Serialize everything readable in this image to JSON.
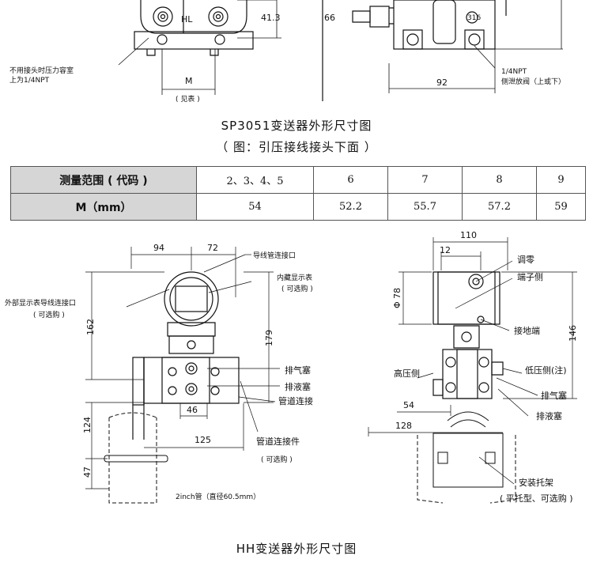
{
  "top_drawing": {
    "hl_label": "HL",
    "dim_413": "41.3",
    "dim_66": "66",
    "dim_92": "92",
    "label_316": "316",
    "note_left_line1": "不用接头时压力容室",
    "note_left_line2": "上为1/4NPT",
    "m_label": "M",
    "m_note": "( 见表 )",
    "note_right_line1": "1/4NPT",
    "note_right_line2": "侧泄放阀（上或下）"
  },
  "caption1": "SP3051变送器外形尺寸图",
  "caption2": "（ 图：引压接线接头下面 ）",
  "table": {
    "header_range": "测量范围 ( 代码 )",
    "header_m": "M（mm）",
    "codes": [
      "2、3、4、5",
      "6",
      "7",
      "8",
      "9"
    ],
    "values": [
      "54",
      "52.2",
      "55.7",
      "57.2",
      "59"
    ]
  },
  "left_drawing": {
    "dim_94": "94",
    "dim_72": "72",
    "dim_162": "162",
    "dim_179": "179",
    "dim_46": "46",
    "dim_124": "124",
    "dim_125": "125",
    "dim_47": "47",
    "lbl_conduit": "导线管连接口",
    "lbl_builtin": "内藏显示表",
    "lbl_builtin_opt": "( 可选购 )",
    "lbl_external": "外部显示表导线连接口",
    "lbl_external_opt": "( 可选购 )",
    "lbl_vent": "排气塞",
    "lbl_drain": "排液塞",
    "lbl_pipe": "管道连接",
    "lbl_pipe_fitting": "管道连接件",
    "lbl_pipe_fitting_opt": "( 可选购 )",
    "lbl_2inch": "2inch管（直径60.5mm）"
  },
  "right_drawing": {
    "dim_110": "110",
    "dim_12": "12",
    "dim_phi78": "Φ 78",
    "dim_146": "146",
    "dim_54": "54",
    "dim_128": "128",
    "lbl_zero": "调零",
    "lbl_terminal": "端子侧",
    "lbl_ground": "接地端",
    "lbl_high": "高压侧",
    "lbl_low": "低压侧(注)",
    "lbl_vent": "排气塞",
    "lbl_drain": "排液塞",
    "lbl_bracket": "安装托架",
    "lbl_bracket_opt": "( 平托型、可选购 )"
  },
  "caption3": "HH变送器外形尺寸图"
}
